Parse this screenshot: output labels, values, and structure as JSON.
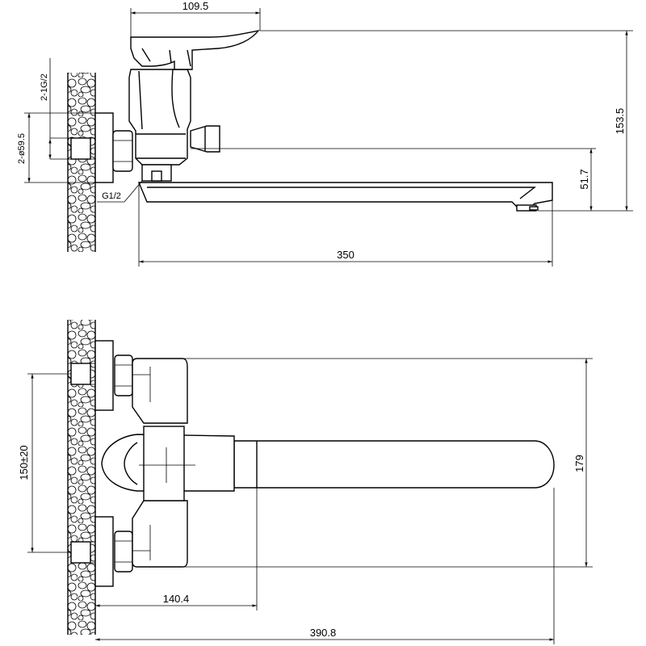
{
  "top_view": {
    "dim_handle_length": "109.5",
    "dim_total_height": "153.5",
    "dim_spout_height": "51.7",
    "dim_spout_reach": "350",
    "dim_inlet_thread": "2-1G/2",
    "dim_inlet_diameter": "2-ø59.5",
    "dim_outlet_thread": "G1/2"
  },
  "bottom_view": {
    "dim_center_distance": "150±20",
    "dim_body_height": "179",
    "dim_body_depth": "140.4",
    "dim_total_length": "390.8"
  }
}
